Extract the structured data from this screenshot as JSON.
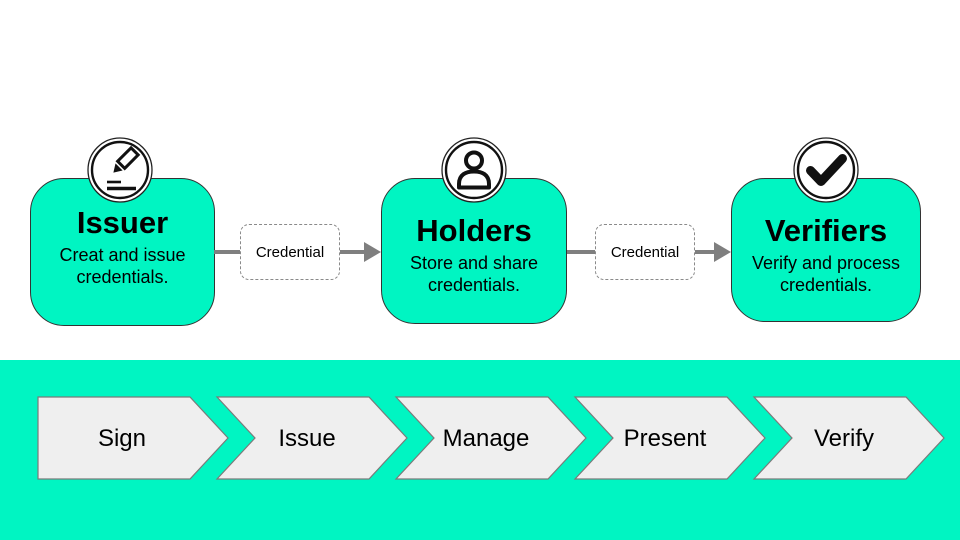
{
  "colors": {
    "accent": "#00F5C2",
    "chevron_fill": "#EFEFEF",
    "chevron_stroke": "#7A7A7A",
    "connector": "#7F7F7F",
    "box_border": "#333333",
    "credential_border": "#8A8A8A",
    "text": "#000000",
    "icon_ink": "#111111"
  },
  "stages": [
    {
      "title": "Issuer",
      "description": "Creat and issue credentials.",
      "icon": "pencil-icon"
    },
    {
      "title": "Holders",
      "description": "Store and share credentials.",
      "icon": "person-icon"
    },
    {
      "title": "Verifiers",
      "description": "Verify and process credentials.",
      "icon": "check-icon"
    }
  ],
  "connectors": [
    {
      "label": "Credential"
    },
    {
      "label": "Credential"
    }
  ],
  "process_steps": [
    {
      "label": "Sign"
    },
    {
      "label": "Issue"
    },
    {
      "label": "Manage"
    },
    {
      "label": "Present"
    },
    {
      "label": "Verify"
    }
  ]
}
